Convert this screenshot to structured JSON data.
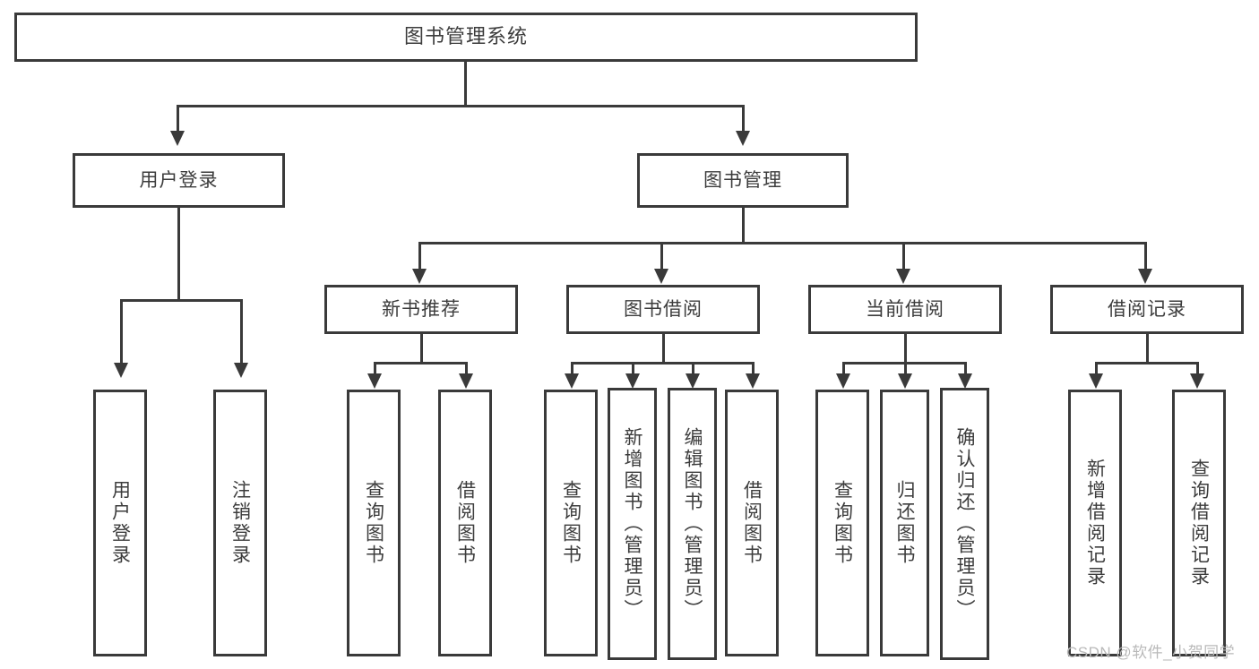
{
  "diagram": {
    "type": "tree-hierarchy",
    "title": "图书管理系统",
    "watermark": "CSDN @软件_小贺同学",
    "root": {
      "label": "图书管理系统"
    },
    "level2": [
      {
        "label": "用户登录"
      },
      {
        "label": "图书管理"
      }
    ],
    "level3": [
      {
        "label": "新书推荐"
      },
      {
        "label": "图书借阅"
      },
      {
        "label": "当前借阅"
      },
      {
        "label": "借阅记录"
      }
    ],
    "leaves": {
      "user_login": [
        {
          "label": "用户登录"
        },
        {
          "label": "注销登录"
        }
      ],
      "new_book_recommend": [
        {
          "label": "查询图书"
        },
        {
          "label": "借阅图书"
        }
      ],
      "book_borrow": [
        {
          "label": "查询图书"
        },
        {
          "label": "新增图书（管理员）"
        },
        {
          "label": "编辑图书（管理员）"
        },
        {
          "label": "借阅图书"
        }
      ],
      "current_borrow": [
        {
          "label": "查询图书"
        },
        {
          "label": "归还图书"
        },
        {
          "label": "确认归还（管理员）"
        }
      ],
      "borrow_record": [
        {
          "label": "新增借阅记录"
        },
        {
          "label": "查询借阅记录"
        }
      ]
    },
    "colors": {
      "stroke": "#3a3a3a",
      "fill": "#ffffff",
      "text": "#3c3c3c",
      "watermark": "#b9b9b9"
    }
  }
}
